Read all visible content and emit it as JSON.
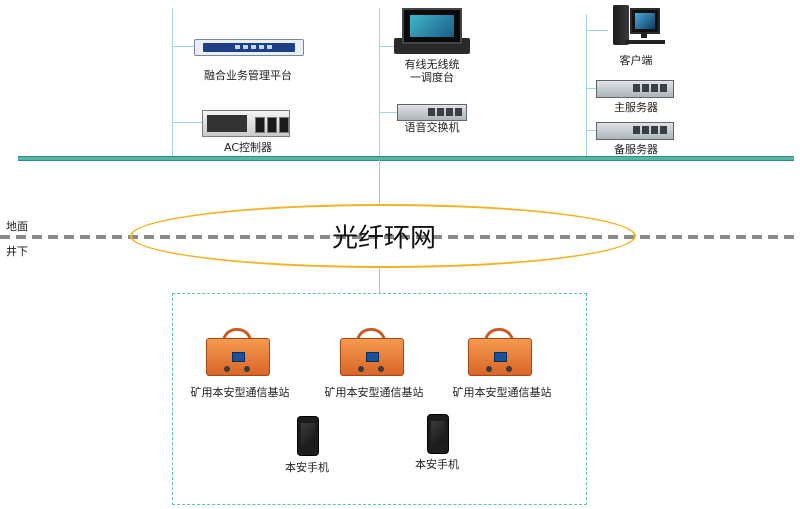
{
  "platform": {
    "fusion_platform_label": "融合业务管理平台",
    "ac_controller_label": "AC控制器",
    "dispatch_console_label_line1": "有线无线统",
    "dispatch_console_label_line2": "一调度台",
    "voice_switch_label": "语音交换机",
    "client_label": "客户端",
    "primary_server_label": "主服务器",
    "backup_server_label": "备服务器"
  },
  "ground": {
    "surface_label": "地面",
    "underground_label": "井下"
  },
  "network": {
    "ring_label": "光纤环网"
  },
  "underground": {
    "base_stations": [
      {
        "label": "矿用本安型通信基站"
      },
      {
        "label": "矿用本安型通信基站"
      },
      {
        "label": "矿用本安型通信基站"
      }
    ],
    "handsets": [
      {
        "label": "本安手机"
      },
      {
        "label": "本安手机"
      }
    ]
  },
  "colors": {
    "bus": "#54b7a6",
    "ring": "#f2b323",
    "connector": "#9ed4e6",
    "dashed_box": "#5fc3b3",
    "station_orange": "#e8773a"
  }
}
